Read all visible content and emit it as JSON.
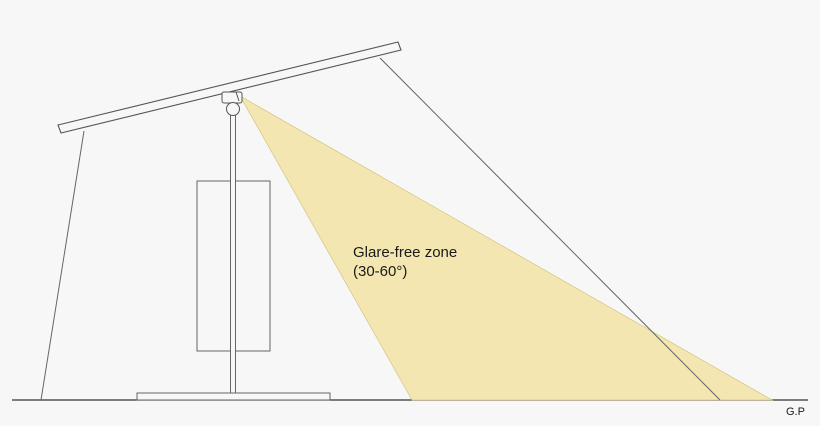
{
  "diagram": {
    "zone_label_line1": "Glare-free zone",
    "zone_label_line2": "(30-60°)",
    "ground_label": "G.P"
  },
  "colors": {
    "background": "#f7f7f7",
    "zone_fill": "#f3e6b0",
    "stroke": "#555555"
  }
}
